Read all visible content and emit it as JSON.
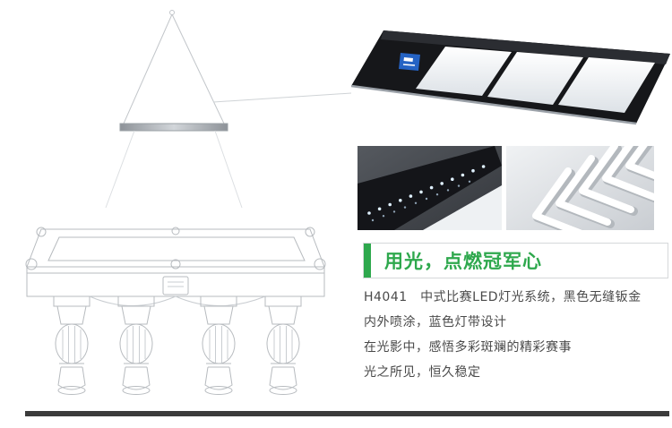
{
  "page": {
    "background": "#ffffff"
  },
  "title_block": {
    "title": "用光，点燃冠军心",
    "accent_color": "#2ea84d"
  },
  "description": {
    "lines": [
      "H4041　中式比赛LED灯光系统，黑色无缝钣金",
      "内外喷涂，蓝色灯带设计",
      "在光影中，感悟多彩斑斓的精彩赛事",
      "光之所见，恒久稳定"
    ]
  },
  "graphics": {
    "lamp_drawing": "suspended-lamp-line-drawing",
    "billiard_table_drawing": "billiard-table-line-drawing",
    "fixture_photo": "led-fixture-product-photo",
    "detail_photos": [
      "led-strip-closeup-photo",
      "panel-frame-closeup-photo"
    ],
    "brand_badge_color": "#2563c4",
    "bottom_bar_color": "#3b3b3b"
  }
}
